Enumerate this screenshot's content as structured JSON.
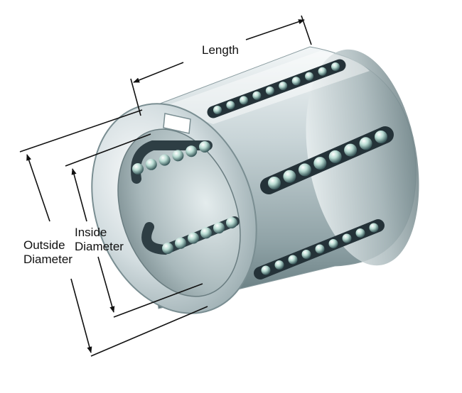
{
  "labels": {
    "length": "Length",
    "inside_line1": "Inside",
    "inside_line2": "Diameter",
    "outside_line1": "Outside",
    "outside_line2": "Diameter"
  },
  "colors": {
    "background": "#ffffff",
    "metal_dark": "#5f7579",
    "metal_light": "#eef3f4",
    "ball_slot": "#243238",
    "ball_highlight": "#d9efe9",
    "dimension_line": "#111111"
  },
  "icons": [
    "linear-ball-bearing-illustration",
    "dimension-arrow"
  ]
}
